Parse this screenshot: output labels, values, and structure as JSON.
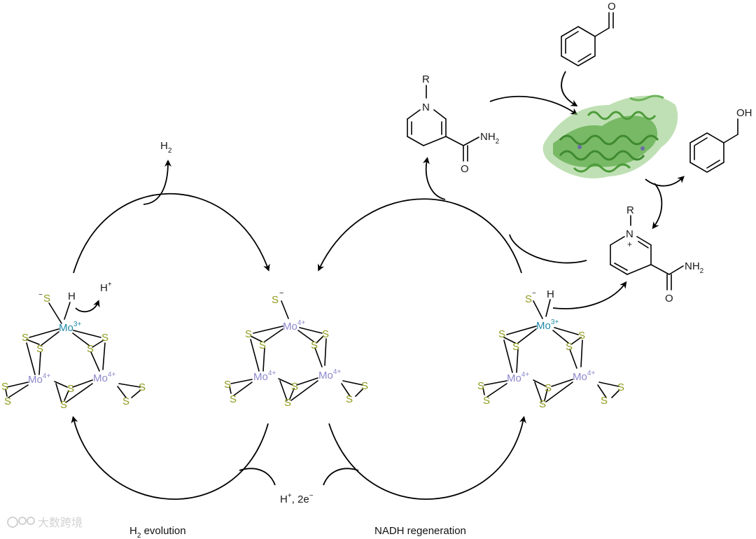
{
  "labels": {
    "h2_product": "H2",
    "h_plus_top": "H+",
    "h_plus_2e": "H+, 2e−",
    "caption_left": "H2 evolution",
    "caption_right": "NADH regeneration",
    "watermark": "大数跨境"
  },
  "atoms": {
    "sulfur": "S",
    "sulfide": "S−",
    "hydride": "H",
    "mo_symbol": "Mo",
    "mo3_charge": "3+",
    "mo4_charge": "4+",
    "nitrogen": "N",
    "r_group": "R",
    "plus": "+",
    "amide": "NH2",
    "oxygen": "O",
    "hydroxyl": "OH"
  },
  "colors": {
    "sulfur": "#8f9a1c",
    "mo4": "#8c88cc",
    "mo3": "#1f88a8",
    "enzyme": "#5aa845"
  }
}
